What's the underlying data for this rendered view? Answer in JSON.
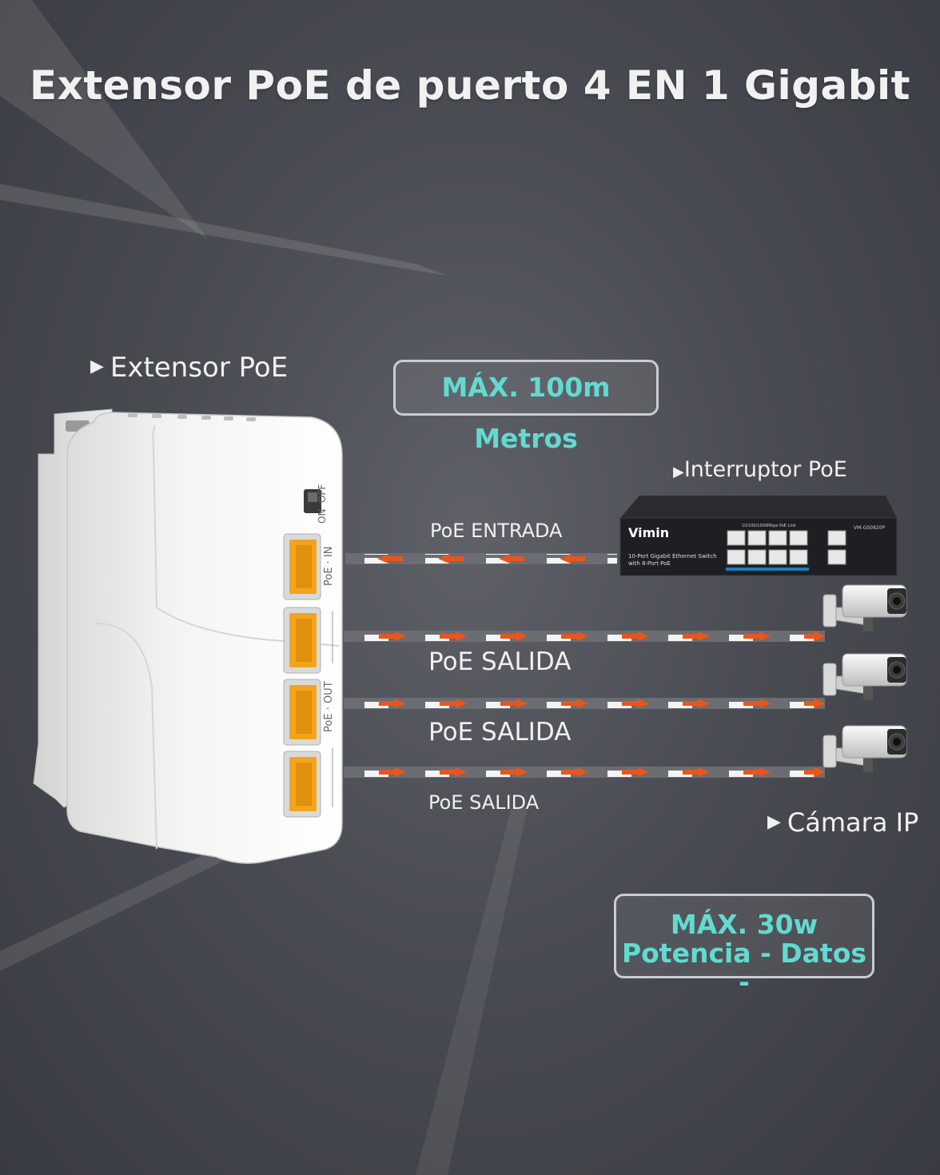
{
  "title": "Extensor PoE de puerto 4 EN 1 Gigabit",
  "labels": {
    "extender": "Extensor PoE",
    "switch": "Interruptor PoE",
    "camera": "Cámara IP"
  },
  "distance_box": "MÁX. 100m Metros",
  "power_box": {
    "line1": "MÁX. 30w",
    "line2": "Potencia - Datos -"
  },
  "lines": {
    "input": "PoE ENTRADA",
    "output1": "PoE SALIDA",
    "output2": "PoE SALIDA",
    "output3": "PoE SALIDA"
  },
  "extender_device": {
    "switch_off": "OFF",
    "switch_on": "ON",
    "poe_in": "PoE · IN",
    "poe_out": "PoE · OUT"
  },
  "switch_device": {
    "brand": "Vimin",
    "model": "VM-GS0820P",
    "description_line1": "10-Port Gigabit Ethernet Switch",
    "description_line2": "with 8-Port PoE",
    "speed_label": "10/100/1000Mbps PoE Link"
  },
  "colors": {
    "accent_text": "#63dad0",
    "arrow": "#e8561c",
    "port": "#f2a51c"
  }
}
